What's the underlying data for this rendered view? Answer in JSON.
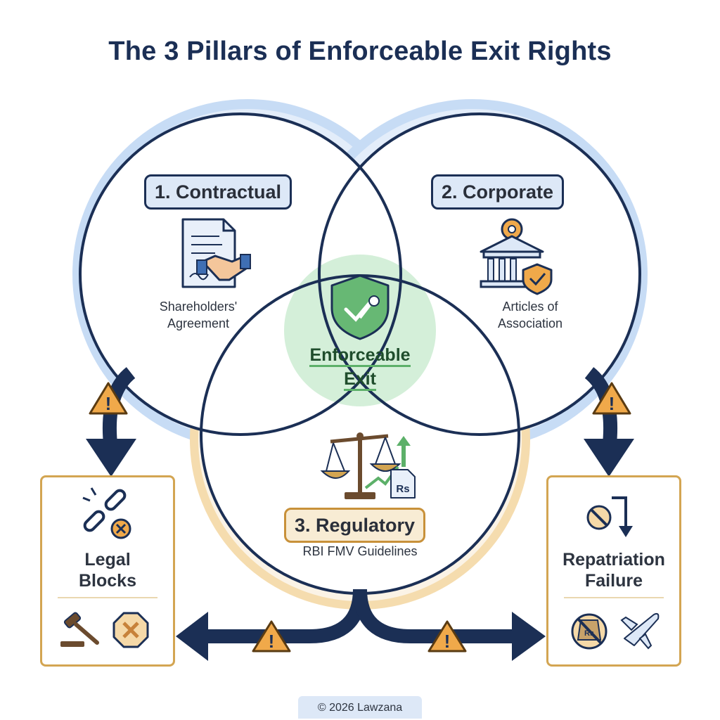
{
  "title": "The 3 Pillars of Enforceable Exit Rights",
  "pillars": {
    "contractual": {
      "label": "1. Contractual",
      "caption_line1": "Shareholders'",
      "caption_line2": "Agreement",
      "icon": "document-handshake-icon"
    },
    "corporate": {
      "label": "2. Corporate",
      "caption_line1": "Articles of",
      "caption_line2": "Association",
      "icon": "building-gear-shield-icon"
    },
    "regulatory": {
      "label": "3. Regulatory",
      "caption": "RBI FMV Guidelines",
      "icon": "scales-rupee-icon",
      "rupee_symbol": "Rs"
    }
  },
  "center": {
    "line1": "Enforceable",
    "line2": "Exit",
    "icon": "shield-key-icon"
  },
  "risks": {
    "left": {
      "title_line1": "Legal",
      "title_line2": "Blocks",
      "icons": [
        "broken-chain-icon",
        "gavel-icon",
        "stop-octagon-icon"
      ]
    },
    "right": {
      "title_line1": "Repatriation",
      "title_line2": "Failure",
      "icons": [
        "blocked-return-icon",
        "no-money-icon",
        "airplane-icon"
      ],
      "rupee_symbol": "Rs"
    }
  },
  "warning_glyph": "!",
  "footer": "© 2026 Lawzana",
  "colors": {
    "navy": "#1b2f55",
    "blue_glow": "#c7dcf5",
    "orange_glow": "#f5dcae",
    "center_green": "#d4efd9",
    "warning_yellow": "#f0a94a",
    "border_gold": "#d3a552"
  }
}
